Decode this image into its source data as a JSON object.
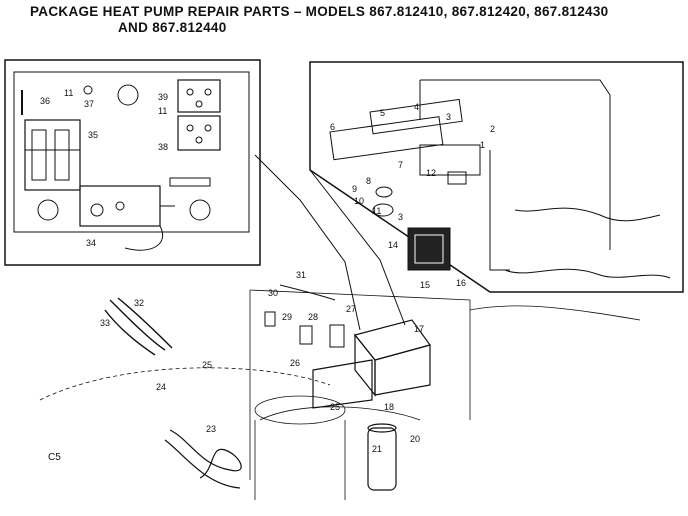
{
  "title": {
    "line1": "PACKAGE HEAT PUMP  REPAIR PARTS  –  MODELS 867.812410, 867.812420, 867.812430",
    "line2": "AND 867.812440"
  },
  "page_code": "C5",
  "callouts": {
    "n1": "1",
    "n2": "2",
    "n3": "3",
    "n4": "4",
    "n5": "5",
    "n6": "6",
    "n7": "7",
    "n8": "8",
    "n9": "9",
    "n10": "10",
    "n11": "11",
    "n12": "12",
    "n14": "14",
    "n15": "15",
    "n16": "16",
    "n17": "17",
    "n18": "18",
    "n20": "20",
    "n21": "21",
    "n23": "23",
    "n24": "24",
    "n25a": "25",
    "n25b": "25",
    "n26": "26",
    "n27": "27",
    "n28": "28",
    "n29": "29",
    "n30": "30",
    "n31": "31",
    "n32": "32",
    "n33": "33",
    "n34": "34",
    "n35": "35",
    "n36": "36",
    "n37": "37",
    "n38": "38",
    "n39": "39",
    "n3b": "3"
  }
}
